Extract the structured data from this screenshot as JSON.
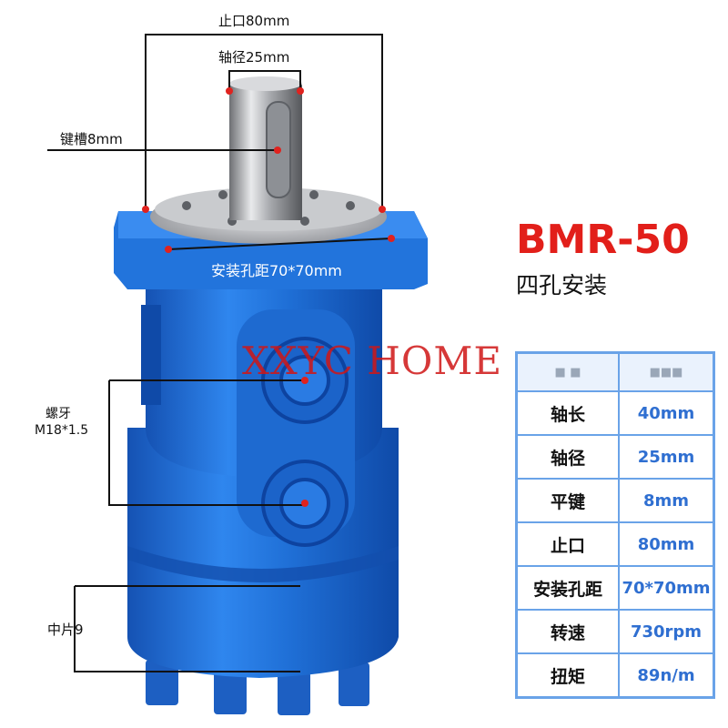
{
  "annotations": {
    "spigot": "止口80mm",
    "shaft_diameter": "轴径25mm",
    "keyway": "键槽8mm",
    "mount_holes": "安装孔距70*70mm",
    "thread_line1": "螺牙",
    "thread_line2": "M18*1.5",
    "middle_plate": "中片9"
  },
  "product": {
    "model": "BMR-50",
    "mounting": "四孔安装",
    "watermark": "XXYC  HOME"
  },
  "spec_table": {
    "rows": [
      {
        "key": "轴长",
        "value": "40mm"
      },
      {
        "key": "轴径",
        "value": "25mm"
      },
      {
        "key": "平键",
        "value": "8mm"
      },
      {
        "key": "止口",
        "value": "80mm"
      },
      {
        "key": "安装孔距",
        "value": "70*70mm"
      },
      {
        "key": "转速",
        "value": "730rpm"
      },
      {
        "key": "扭矩",
        "value": "89n/m"
      }
    ]
  },
  "colors": {
    "motor_blue": "#1f6fd6",
    "accent_red": "#e21f1a",
    "table_border": "#6aa3e8"
  }
}
